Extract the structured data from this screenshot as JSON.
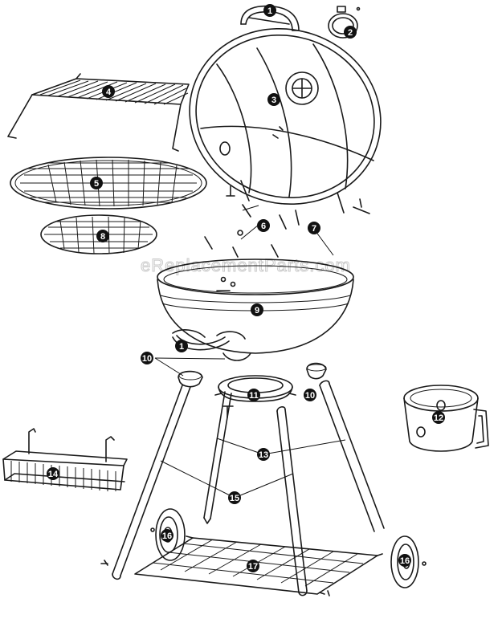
{
  "watermark": "eReplacementParts.com",
  "callouts": [
    {
      "id": "c1a",
      "label": "1"
    },
    {
      "id": "c2",
      "label": "2"
    },
    {
      "id": "c3",
      "label": "3"
    },
    {
      "id": "c4",
      "label": "4"
    },
    {
      "id": "c5",
      "label": "5"
    },
    {
      "id": "c6",
      "label": "6"
    },
    {
      "id": "c7",
      "label": "7"
    },
    {
      "id": "c8",
      "label": "8"
    },
    {
      "id": "c9",
      "label": "9"
    },
    {
      "id": "c1b",
      "label": "1"
    },
    {
      "id": "c10a",
      "label": "10"
    },
    {
      "id": "c10b",
      "label": "10"
    },
    {
      "id": "c11",
      "label": "11"
    },
    {
      "id": "c12",
      "label": "12"
    },
    {
      "id": "c13",
      "label": "13"
    },
    {
      "id": "c14",
      "label": "14"
    },
    {
      "id": "c15",
      "label": "15"
    },
    {
      "id": "c16a",
      "label": "16"
    },
    {
      "id": "c16b",
      "label": "16"
    },
    {
      "id": "c17",
      "label": "17"
    }
  ]
}
